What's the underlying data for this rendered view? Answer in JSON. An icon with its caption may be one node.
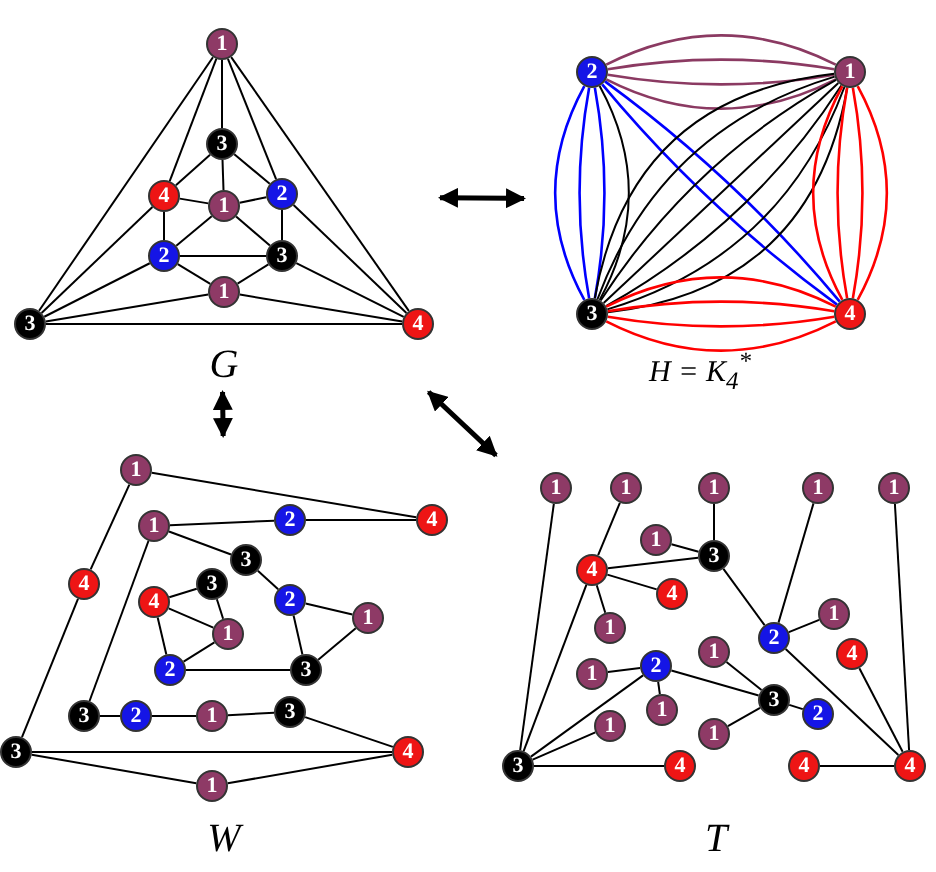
{
  "diagram": {
    "nodes": [
      {
        "text": [
          "G"
        ]
      },
      {
        "text": [
          "1"
        ],
        "in": 0
      },
      {
        "text": [
          "3"
        ],
        "in": 0
      },
      {
        "text": [
          "4"
        ],
        "in": 0
      },
      {
        "text": [
          "1"
        ],
        "in": 0
      },
      {
        "text": [
          "2"
        ],
        "in": 0
      },
      {
        "text": [
          "2"
        ],
        "in": 0
      },
      {
        "text": [
          "3"
        ],
        "in": 0
      },
      {
        "text": [
          "1"
        ],
        "in": 0
      },
      {
        "text": [
          "3"
        ],
        "in": 0
      },
      {
        "text": [
          "4"
        ],
        "in": 0
      },
      {
        "text": [
          "H = K$_{4}$$^{*}$"
        ]
      },
      {
        "text": [
          "2"
        ],
        "in": 11
      },
      {
        "text": [
          "1"
        ],
        "in": 11
      },
      {
        "text": [
          "3"
        ],
        "in": 11
      },
      {
        "text": [
          "4"
        ],
        "in": 11
      },
      {
        "text": [
          "W"
        ]
      },
      {
        "text": [
          "1"
        ],
        "in": 16
      },
      {
        "text": [
          "4"
        ],
        "in": 16
      },
      {
        "text": [
          "1"
        ],
        "in": 16
      },
      {
        "text": [
          "2"
        ],
        "in": 16
      },
      {
        "text": [
          "3"
        ],
        "in": 16
      },
      {
        "text": [
          "4"
        ],
        "in": 16
      },
      {
        "text": [
          "3"
        ],
        "in": 16
      },
      {
        "text": [
          "4"
        ],
        "in": 16
      },
      {
        "text": [
          "2"
        ],
        "in": 16
      },
      {
        "text": [
          "1"
        ],
        "in": 16
      },
      {
        "text": [
          "1"
        ],
        "in": 16
      },
      {
        "text": [
          "2"
        ],
        "in": 16
      },
      {
        "text": [
          "3"
        ],
        "in": 16
      },
      {
        "text": [
          "3"
        ],
        "in": 16
      },
      {
        "text": [
          "2"
        ],
        "in": 16
      },
      {
        "text": [
          "1"
        ],
        "in": 16
      },
      {
        "text": [
          "3"
        ],
        "in": 16
      },
      {
        "text": [
          "3"
        ],
        "in": 16
      },
      {
        "text": [
          "4"
        ],
        "in": 16
      },
      {
        "text": [
          "1"
        ],
        "in": 16
      },
      {
        "text": [
          "T"
        ]
      },
      {
        "text": [
          "1"
        ],
        "in": 37
      },
      {
        "text": [
          "1"
        ],
        "in": 37
      },
      {
        "text": [
          "1"
        ],
        "in": 37
      },
      {
        "text": [
          "1"
        ],
        "in": 37
      },
      {
        "text": [
          "1"
        ],
        "in": 37
      },
      {
        "text": [
          "1"
        ],
        "in": 37
      },
      {
        "text": [
          "3"
        ],
        "in": 37
      },
      {
        "text": [
          "4"
        ],
        "in": 37
      },
      {
        "text": [
          "4"
        ],
        "in": 37
      },
      {
        "text": [
          "1"
        ],
        "in": 37
      },
      {
        "text": [
          "1"
        ],
        "in": 37
      },
      {
        "text": [
          "2"
        ],
        "in": 37
      },
      {
        "text": [
          "1"
        ],
        "in": 37
      },
      {
        "text": [
          "4"
        ],
        "in": 37
      },
      {
        "text": [
          "2"
        ],
        "in": 37
      },
      {
        "text": [
          "1"
        ],
        "in": 37
      },
      {
        "text": [
          "1"
        ],
        "in": 37
      },
      {
        "text": [
          "3"
        ],
        "in": 37
      },
      {
        "text": [
          "1"
        ],
        "in": 37
      },
      {
        "text": [
          "2"
        ],
        "in": 37
      },
      {
        "text": [
          "1"
        ],
        "in": 37
      },
      {
        "text": [
          "3"
        ],
        "in": 37
      },
      {
        "text": [
          "4"
        ],
        "in": 37
      },
      {
        "text": [
          "4"
        ],
        "in": 37
      },
      {
        "text": [
          "4"
        ],
        "in": 37
      }
    ],
    "edges": [
      {
        "from": 0,
        "to": 11,
        "arrow": "both",
        "style": "thick"
      },
      {
        "from": 0,
        "to": 16,
        "arrow": "both",
        "style": "thick"
      },
      {
        "from": 0,
        "to": 37,
        "arrow": "both",
        "style": "thick"
      },
      {
        "from": 1,
        "to": 9,
        "arrow": "none"
      },
      {
        "from": 1,
        "to": 3,
        "arrow": "none"
      },
      {
        "from": 1,
        "to": 2,
        "arrow": "none"
      },
      {
        "from": 1,
        "to": 5,
        "arrow": "none"
      },
      {
        "from": 1,
        "to": 10,
        "arrow": "none"
      },
      {
        "from": 2,
        "to": 3,
        "arrow": "none"
      },
      {
        "from": 2,
        "to": 4,
        "arrow": "none"
      },
      {
        "from": 2,
        "to": 5,
        "arrow": "none"
      },
      {
        "from": 3,
        "to": 4,
        "arrow": "none"
      },
      {
        "from": 3,
        "to": 6,
        "arrow": "none"
      },
      {
        "from": 3,
        "to": 9,
        "arrow": "none"
      },
      {
        "from": 4,
        "to": 5,
        "arrow": "none"
      },
      {
        "from": 4,
        "to": 6,
        "arrow": "none"
      },
      {
        "from": 4,
        "to": 7,
        "arrow": "none"
      },
      {
        "from": 5,
        "to": 7,
        "arrow": "none"
      },
      {
        "from": 5,
        "to": 10,
        "arrow": "none"
      },
      {
        "from": 6,
        "to": 7,
        "arrow": "none"
      },
      {
        "from": 6,
        "to": 8,
        "arrow": "none"
      },
      {
        "from": 6,
        "to": 9,
        "arrow": "none"
      },
      {
        "from": 7,
        "to": 8,
        "arrow": "none"
      },
      {
        "from": 7,
        "to": 10,
        "arrow": "none"
      },
      {
        "from": 8,
        "to": 9,
        "arrow": "none"
      },
      {
        "from": 8,
        "to": 10,
        "arrow": "none"
      },
      {
        "from": 9,
        "to": 10,
        "arrow": "none"
      },
      {
        "from": 12,
        "to": 13,
        "arrow": "none",
        "color": "#8b3a62"
      },
      {
        "from": 12,
        "to": 13,
        "arrow": "none",
        "color": "#8b3a62"
      },
      {
        "from": 12,
        "to": 13,
        "arrow": "none",
        "color": "#8b3a62"
      },
      {
        "from": 12,
        "to": 13,
        "arrow": "none",
        "color": "#8b3a62"
      },
      {
        "from": 12,
        "to": 15,
        "arrow": "none",
        "color": "#0000ff"
      },
      {
        "from": 12,
        "to": 15,
        "arrow": "none",
        "color": "#0000ff"
      },
      {
        "from": 12,
        "to": 14,
        "arrow": "none"
      },
      {
        "from": 12,
        "to": 14,
        "arrow": "none",
        "color": "#0000ff"
      },
      {
        "from": 12,
        "to": 14,
        "arrow": "none",
        "color": "#0000ff"
      },
      {
        "from": 12,
        "to": 14,
        "arrow": "none",
        "color": "#0000ff"
      },
      {
        "from": 13,
        "to": 14,
        "arrow": "none"
      },
      {
        "from": 13,
        "to": 14,
        "arrow": "none"
      },
      {
        "from": 13,
        "to": 14,
        "arrow": "none"
      },
      {
        "from": 13,
        "to": 14,
        "arrow": "none"
      },
      {
        "from": 13,
        "to": 14,
        "arrow": "none"
      },
      {
        "from": 13,
        "to": 14,
        "arrow": "none"
      },
      {
        "from": 13,
        "to": 14,
        "arrow": "none"
      },
      {
        "from": 13,
        "to": 15,
        "arrow": "none",
        "color": "#ff0000"
      },
      {
        "from": 13,
        "to": 15,
        "arrow": "none",
        "color": "#ff0000"
      },
      {
        "from": 13,
        "to": 15,
        "arrow": "none",
        "color": "#ff0000"
      },
      {
        "from": 13,
        "to": 15,
        "arrow": "none",
        "color": "#ff0000"
      },
      {
        "from": 14,
        "to": 15,
        "arrow": "none",
        "color": "#ff0000"
      },
      {
        "from": 14,
        "to": 15,
        "arrow": "none",
        "color": "#ff0000"
      },
      {
        "from": 14,
        "to": 15,
        "arrow": "none",
        "color": "#ff0000"
      },
      {
        "from": 14,
        "to": 15,
        "arrow": "none",
        "color": "#ff0000"
      },
      {
        "from": 17,
        "to": 18,
        "arrow": "none"
      },
      {
        "from": 17,
        "to": 22,
        "arrow": "none"
      },
      {
        "from": 22,
        "to": 34,
        "arrow": "none"
      },
      {
        "from": 19,
        "to": 20,
        "arrow": "none"
      },
      {
        "from": 20,
        "to": 18,
        "arrow": "none"
      },
      {
        "from": 19,
        "to": 21,
        "arrow": "none"
      },
      {
        "from": 19,
        "to": 30,
        "arrow": "none"
      },
      {
        "from": 21,
        "to": 25,
        "arrow": "none"
      },
      {
        "from": 25,
        "to": 26,
        "arrow": "none"
      },
      {
        "from": 25,
        "to": 29,
        "arrow": "none"
      },
      {
        "from": 26,
        "to": 29,
        "arrow": "none"
      },
      {
        "from": 29,
        "to": 28,
        "arrow": "none"
      },
      {
        "from": 24,
        "to": 23,
        "arrow": "none"
      },
      {
        "from": 24,
        "to": 27,
        "arrow": "none"
      },
      {
        "from": 24,
        "to": 28,
        "arrow": "none"
      },
      {
        "from": 23,
        "to": 27,
        "arrow": "none"
      },
      {
        "from": 27,
        "to": 28,
        "arrow": "none"
      },
      {
        "from": 30,
        "to": 31,
        "arrow": "none"
      },
      {
        "from": 31,
        "to": 32,
        "arrow": "none"
      },
      {
        "from": 32,
        "to": 33,
        "arrow": "none"
      },
      {
        "from": 33,
        "to": 35,
        "arrow": "none"
      },
      {
        "from": 34,
        "to": 35,
        "arrow": "none"
      },
      {
        "from": 34,
        "to": 36,
        "arrow": "none"
      },
      {
        "from": 36,
        "to": 35,
        "arrow": "none"
      },
      {
        "from": 38,
        "to": 59,
        "arrow": "none"
      },
      {
        "from": 39,
        "to": 45,
        "arrow": "none"
      },
      {
        "from": 40,
        "to": 44,
        "arrow": "none"
      },
      {
        "from": 41,
        "to": 49,
        "arrow": "none"
      },
      {
        "from": 42,
        "to": 62,
        "arrow": "none"
      },
      {
        "from": 43,
        "to": 44,
        "arrow": "none"
      },
      {
        "from": 45,
        "to": 44,
        "arrow": "none"
      },
      {
        "from": 45,
        "to": 46,
        "arrow": "none"
      },
      {
        "from": 45,
        "to": 47,
        "arrow": "none"
      },
      {
        "from": 45,
        "to": 59,
        "arrow": "none"
      },
      {
        "from": 44,
        "to": 49,
        "arrow": "none"
      },
      {
        "from": 49,
        "to": 48,
        "arrow": "none"
      },
      {
        "from": 49,
        "to": 62,
        "arrow": "none"
      },
      {
        "from": 51,
        "to": 62,
        "arrow": "none"
      },
      {
        "from": 53,
        "to": 52,
        "arrow": "none"
      },
      {
        "from": 52,
        "to": 54,
        "arrow": "none"
      },
      {
        "from": 52,
        "to": 59,
        "arrow": "none"
      },
      {
        "from": 52,
        "to": 55,
        "arrow": "none"
      },
      {
        "from": 56,
        "to": 59,
        "arrow": "none"
      },
      {
        "from": 50,
        "to": 55,
        "arrow": "none"
      },
      {
        "from": 55,
        "to": 57,
        "arrow": "none"
      },
      {
        "from": 55,
        "to": 58,
        "arrow": "none"
      },
      {
        "from": 59,
        "to": 60,
        "arrow": "none"
      },
      {
        "from": 61,
        "to": 62,
        "arrow": "none"
      }
    ]
  }
}
